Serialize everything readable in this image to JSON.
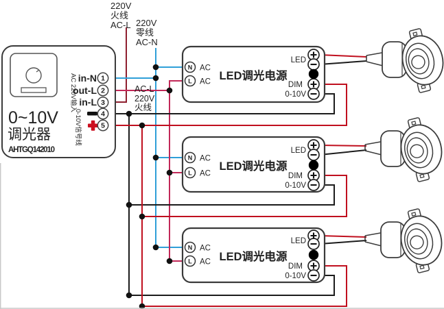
{
  "diagram_title": "0-10V dimmer with three LED dimmable drivers wiring diagram",
  "labels": {
    "live_in_l1": "220V",
    "live_in_l2": "火线",
    "live_in_l3": "AC-L",
    "neutral_in_l1": "220V",
    "neutral_in_l2": "零线",
    "neutral_in_l3": "AC-N",
    "live_out_l1": "AC-L",
    "live_out_l2": "220V",
    "live_out_l3": "火线"
  },
  "dimmer": {
    "title_line1": "0~10V",
    "title_line2": "调光器",
    "model": "AHTGQ142010",
    "side_label_ac": "AC 220V输入",
    "side_label_signal": "0-10V信号线",
    "terminals": [
      {
        "num": "1",
        "label": "in-N"
      },
      {
        "num": "2",
        "label": "out-L"
      },
      {
        "num": "3",
        "label": "in-L"
      },
      {
        "num": "4",
        "label": "−"
      },
      {
        "num": "5",
        "label": "+"
      }
    ]
  },
  "driver": {
    "name": "LED调光电源",
    "terminal_n": "N",
    "terminal_l": "L",
    "ac_label": "AC",
    "led_label": "LED",
    "dim_label": "DIM",
    "dim_range": "0-10V",
    "count": "3"
  },
  "colors": {
    "neutral_blue": "#2E9FD8",
    "live_crimson": "#C22858",
    "live_dark_red": "#8E1E2E",
    "signal_red": "#C00F1E",
    "wire_black": "#1B1B1B",
    "box_stroke": "#3A3A3A"
  }
}
